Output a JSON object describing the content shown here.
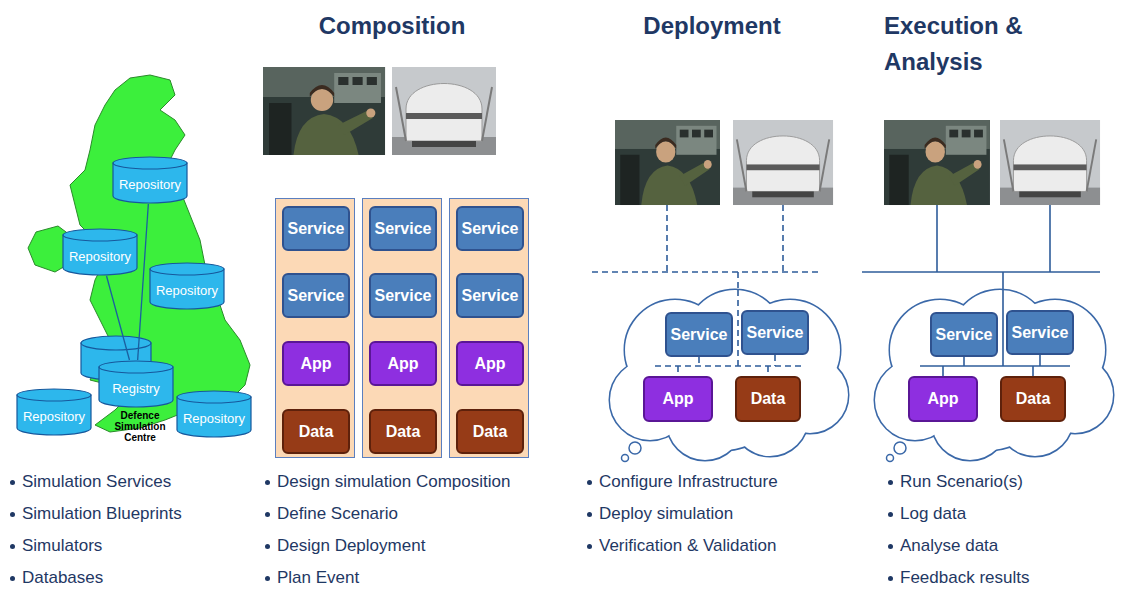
{
  "diagram": {
    "nodes": [
      {
        "text": [
          "Repository"
        ]
      },
      {
        "text": [
          "Repository"
        ]
      },
      {
        "text": [
          "Repository"
        ]
      },
      {
        "text": [
          "Registry"
        ]
      },
      {
        "text": [
          "Repository"
        ]
      },
      {
        "text": [
          "Repository"
        ]
      },
      {
        "text": []
      },
      {
        "text": [
          "Service"
        ],
        "in": 6
      },
      {
        "text": [
          "Service"
        ],
        "in": 6
      },
      {
        "text": [
          "App"
        ],
        "in": 6
      },
      {
        "text": [
          "Data"
        ],
        "in": 6
      },
      {
        "text": []
      },
      {
        "text": [
          "Service"
        ],
        "in": 11
      },
      {
        "text": [
          "Service"
        ],
        "in": 11
      },
      {
        "text": [
          "App"
        ],
        "in": 11
      },
      {
        "text": [
          "Data"
        ],
        "in": 11
      },
      {
        "text": []
      },
      {
        "text": [
          "Service"
        ],
        "in": 16
      },
      {
        "text": [
          "Service"
        ],
        "in": 16
      },
      {
        "text": [
          "App"
        ],
        "in": 16
      },
      {
        "text": [
          "Data"
        ],
        "in": 16
      },
      {
        "text": []
      },
      {
        "text": [
          "Service"
        ],
        "in": 21
      },
      {
        "text": [
          "Service"
        ],
        "in": 21
      },
      {
        "text": [
          "App"
        ],
        "in": 21
      },
      {
        "text": [
          "Data"
        ],
        "in": 21
      },
      {
        "text": []
      },
      {
        "text": [
          "Service"
        ],
        "in": 26
      },
      {
        "text": [
          "Service"
        ],
        "in": 26
      },
      {
        "text": [
          "App"
        ],
        "in": 26
      },
      {
        "text": [
          "Data"
        ],
        "in": 26
      }
    ],
    "edges": [
      {
        "from": 3,
        "to": 0,
        "arrow": "none"
      },
      {
        "from": 3,
        "to": 1,
        "arrow": "none"
      }
    ],
    "labels": [
      "Composition",
      "Deployment",
      "Execution & Analysis",
      "Defence Simulation Centre",
      "Simulation Services",
      "Simulation Blueprints",
      "Simulators",
      "Databases",
      "Design simulation Composition",
      "Define Scenario",
      "Design Deployment",
      "Plan Event",
      "Configure Infrastructure",
      "Deploy simulation",
      "Verification & Validation",
      "Run Scenario(s)",
      "Log data",
      "Analyse data",
      "Feedback results"
    ]
  }
}
